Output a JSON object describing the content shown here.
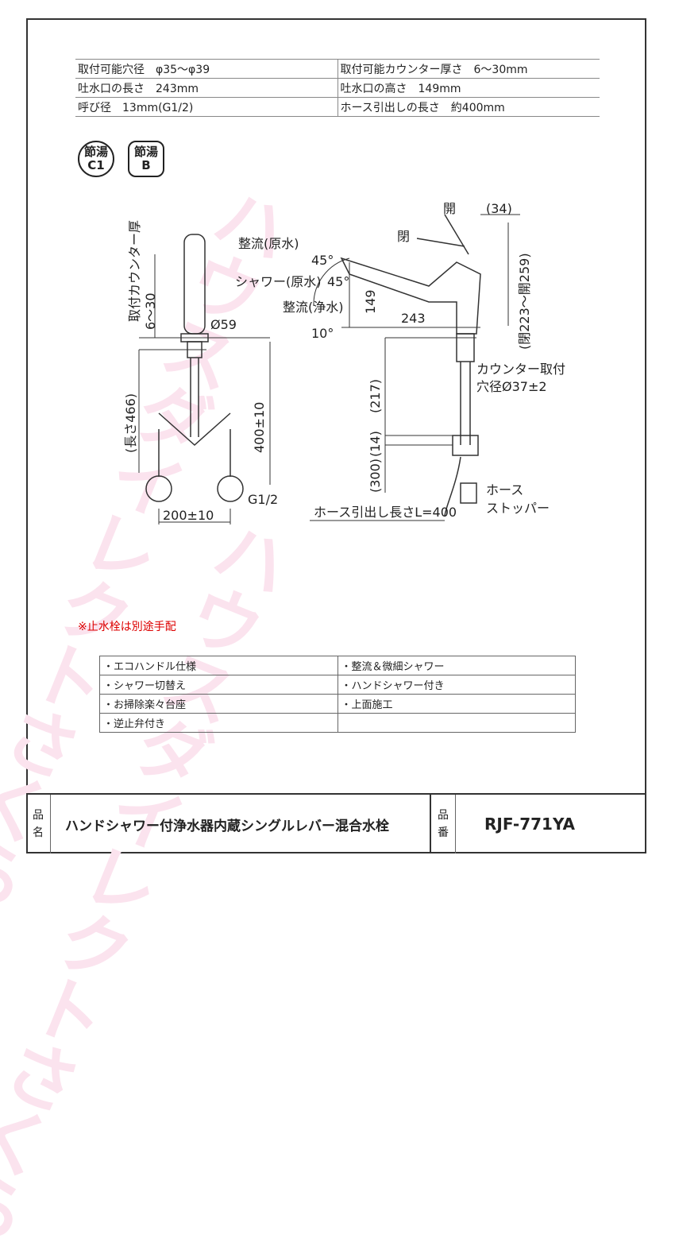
{
  "watermark": "ハウスダイレクトさくら",
  "specs": [
    [
      "取付可能穴径　φ35〜φ39",
      "取付可能カウンター厚さ　6〜30mm"
    ],
    [
      "吐水口の長さ　243mm",
      "吐水口の高さ　149mm"
    ],
    [
      "呼び径　13mm(G1/2)",
      "ホース引出しの長さ　約400mm"
    ]
  ],
  "badges": {
    "c1_top": "節湯",
    "c1_bottom": "C1",
    "b_top": "節湯",
    "b_bottom": "B"
  },
  "drawing": {
    "counter_thickness": "取付カウンター厚",
    "counter_range": "6〜30",
    "diameter": "Ø59",
    "length": "(長さ466)",
    "height400": "400±10",
    "g12": "G1/2",
    "width200": "200±10",
    "flow_raw": "整流(原水)",
    "shower_raw": "シャワー(原水)",
    "flow_pure": "整流(浄水)",
    "angle1": "45°",
    "angle2": "45°",
    "angle3": "10°",
    "h149": "149",
    "l243": "243",
    "open": "開",
    "close": "閉",
    "d34": "(34)",
    "lever_range": "(閉223〜開259)",
    "counter_hole1": "カウンター取付",
    "counter_hole2": "穴径Ø37±2",
    "d217": "(217)",
    "d14": "(14)",
    "d300": "(300)",
    "hose_len": "ホース引出し長さL=400",
    "stopper1": "ホース",
    "stopper2": "ストッパー"
  },
  "note": "※止水栓は別途手配",
  "features": [
    [
      "・エコハンドル仕様",
      "・整流＆微細シャワー"
    ],
    [
      "・シャワー切替え",
      "・ハンドシャワー付き"
    ],
    [
      "・お掃除楽々台座",
      "・上面施工"
    ],
    [
      "・逆止弁付き",
      ""
    ]
  ],
  "footer": {
    "name_label_1": "品",
    "name_label_2": "名",
    "product_name": "ハンドシャワー付浄水器内蔵シングルレバー混合水栓",
    "num_label_1": "品",
    "num_label_2": "番",
    "product_number": "RJF-771YA"
  },
  "colors": {
    "watermark": "#fbe3ee",
    "note": "#dd0000"
  }
}
